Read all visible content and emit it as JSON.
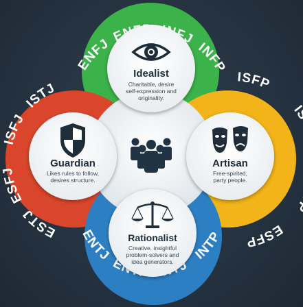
{
  "center": {
    "icon": "people-group-icon",
    "color": "#1f3345"
  },
  "temperaments": [
    {
      "id": "idealist",
      "title": "Idealist",
      "desc_lines": [
        "Charitable, desire",
        "self-expression and",
        "originality."
      ],
      "types": [
        "ENFJ",
        "ENFP",
        "INFJ",
        "INFP"
      ],
      "color": "#3cb34a",
      "icon": "eye-icon"
    },
    {
      "id": "guardian",
      "title": "Guardian",
      "desc_lines": [
        "Likes rules to follow,",
        "desires structure."
      ],
      "types": [
        "ISFJ",
        "ISTJ",
        "ESFJ",
        "ESTJ"
      ],
      "color": "#d9462c",
      "icon": "shield-icon"
    },
    {
      "id": "artisan",
      "title": "Artisan",
      "desc_lines": [
        "Free-spirited,",
        "party people."
      ],
      "types": [
        "ISFP",
        "ISTP",
        "ESFP",
        "ESTP"
      ],
      "color": "#f2b418",
      "icon": "theater-masks-icon"
    },
    {
      "id": "rationalist",
      "title": "Rationalist",
      "desc_lines": [
        "Creative, insightful",
        "problem-solvers and",
        "idea generators."
      ],
      "types": [
        "ENTJ",
        "ENTP",
        "INTJ",
        "INTP"
      ],
      "color": "#2d7fc4",
      "icon": "scales-icon"
    }
  ]
}
